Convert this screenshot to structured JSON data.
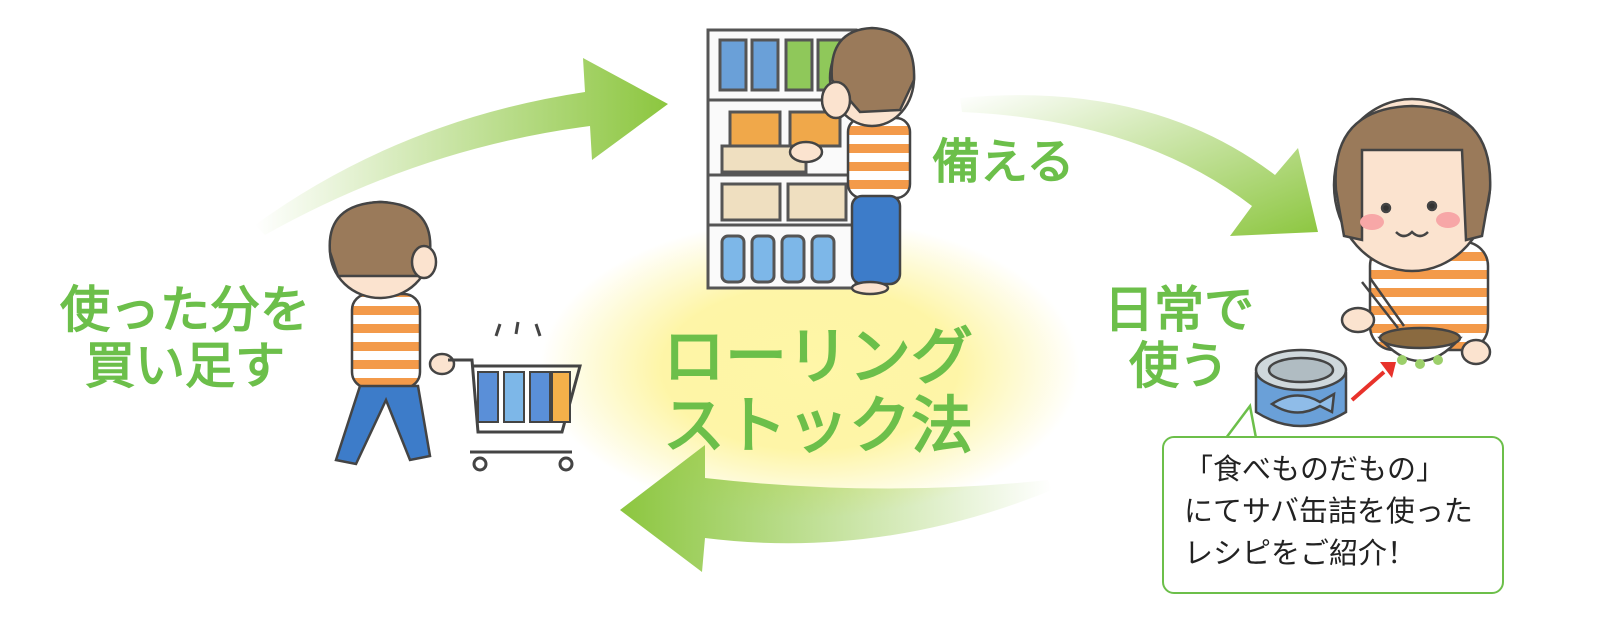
{
  "center": {
    "title_line1": "ローリング",
    "title_line2": "ストック法"
  },
  "stages": {
    "prepare": "備える",
    "use_line1": "日常で",
    "use_line2": "使う",
    "buy_line1": "使った分を",
    "buy_line2": "買い足す"
  },
  "callout": {
    "line1": "「食べものだもの」",
    "line2": "にてサバ缶詰を使った",
    "line3": "レシピをご紹介！"
  },
  "colors": {
    "accent_green": "#6cbf4a",
    "arrow_green": "#8cc63f",
    "glow_yellow": "#fdf28a",
    "stripe_orange": "#f39a4a",
    "jeans_blue": "#3d7cc9",
    "hair_brown": "#9a7a5a",
    "red_arrow": "#e8322b"
  },
  "icons": [
    "cycle-arrow-icon",
    "pantry-shelf-icon",
    "shopping-cart-icon",
    "canned-mackerel-icon",
    "red-arrow-icon"
  ]
}
